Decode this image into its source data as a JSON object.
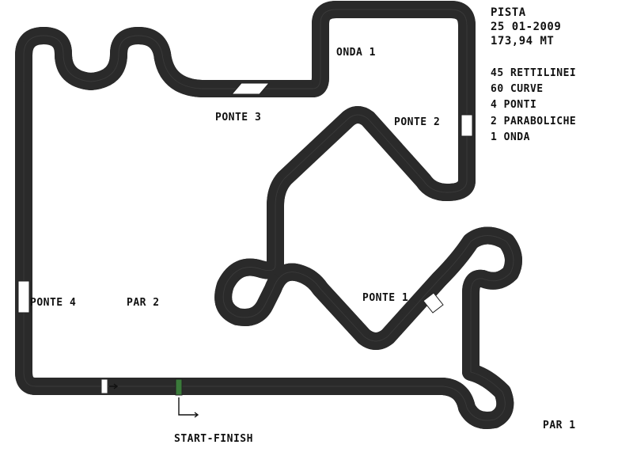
{
  "info": {
    "title": "PISTA",
    "date": "25 01-2009",
    "length": "173,94 MT",
    "stats": [
      "45 RETTILINEI",
      "60 CURVE",
      "4 PONTI",
      "2 PARABOLICHE",
      "1 ONDA"
    ]
  },
  "labels": {
    "onda_1": "ONDA 1",
    "ponte_1": "PONTE 1",
    "ponte_2": "PONTE 2",
    "ponte_3": "PONTE 3",
    "ponte_4": "PONTE 4",
    "par_1": "PAR 1",
    "par_2": "PAR 2",
    "start_finish": "START-FINISH"
  },
  "colors": {
    "track": "#2a2a2a",
    "background": "#ffffff",
    "start_marker": "#3a7a3a"
  }
}
